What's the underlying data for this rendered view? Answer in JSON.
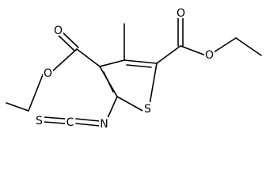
{
  "molecule": {
    "atoms": {
      "carbonyl_oxygen_left": "O",
      "ester_oxygen_left": "O",
      "carbonyl_oxygen_right": "O",
      "ester_oxygen_right": "O",
      "ring_sulfur": "S",
      "isothiocyanate_sulfur": "S",
      "isothiocyanate_carbon": "C",
      "isothiocyanate_nitrogen": "N"
    }
  }
}
